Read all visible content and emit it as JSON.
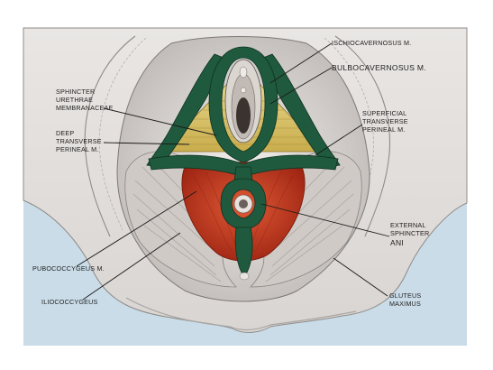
{
  "labels": {
    "ischiocavernosus": "ISCHIOCAVERNOSUS M.",
    "bulbocavernosus": "BULBOCAVERNOSUS M.",
    "sphincter_line1": "SPHINCTER",
    "sphincter_line2": "URETHRAE",
    "sphincter_line3": "MEMBRANACEAE",
    "deep_line1": "DEEP",
    "deep_line2": "TRANSVERSE",
    "deep_line3": "PERINEAL M.",
    "superficial_line1": "SUPERFICIAL",
    "superficial_line2": "TRANSVERSE",
    "superficial_line3": "PERINEAL M.",
    "external_line1": "EXTERNAL",
    "external_line2": "SPHINCTER",
    "external_line3": "ANI",
    "pubococcygeus": "PUBOCOCCYGEUS M.",
    "iliococcygeus": "ILIOCOCCYGEUS",
    "gluteus_line1": "GLUTEUS",
    "gluteus_line2": "MAXIMUS"
  },
  "colors": {
    "background_blue": "#c9dce8",
    "skin": "#e7e4e2",
    "skin_shadow": "#b9b6b4",
    "muscle_green": "#1f5a3e",
    "muscle_yellow": "#d9c46a",
    "muscle_red": "#c8391f",
    "levator_gray": "#cfcac6"
  }
}
